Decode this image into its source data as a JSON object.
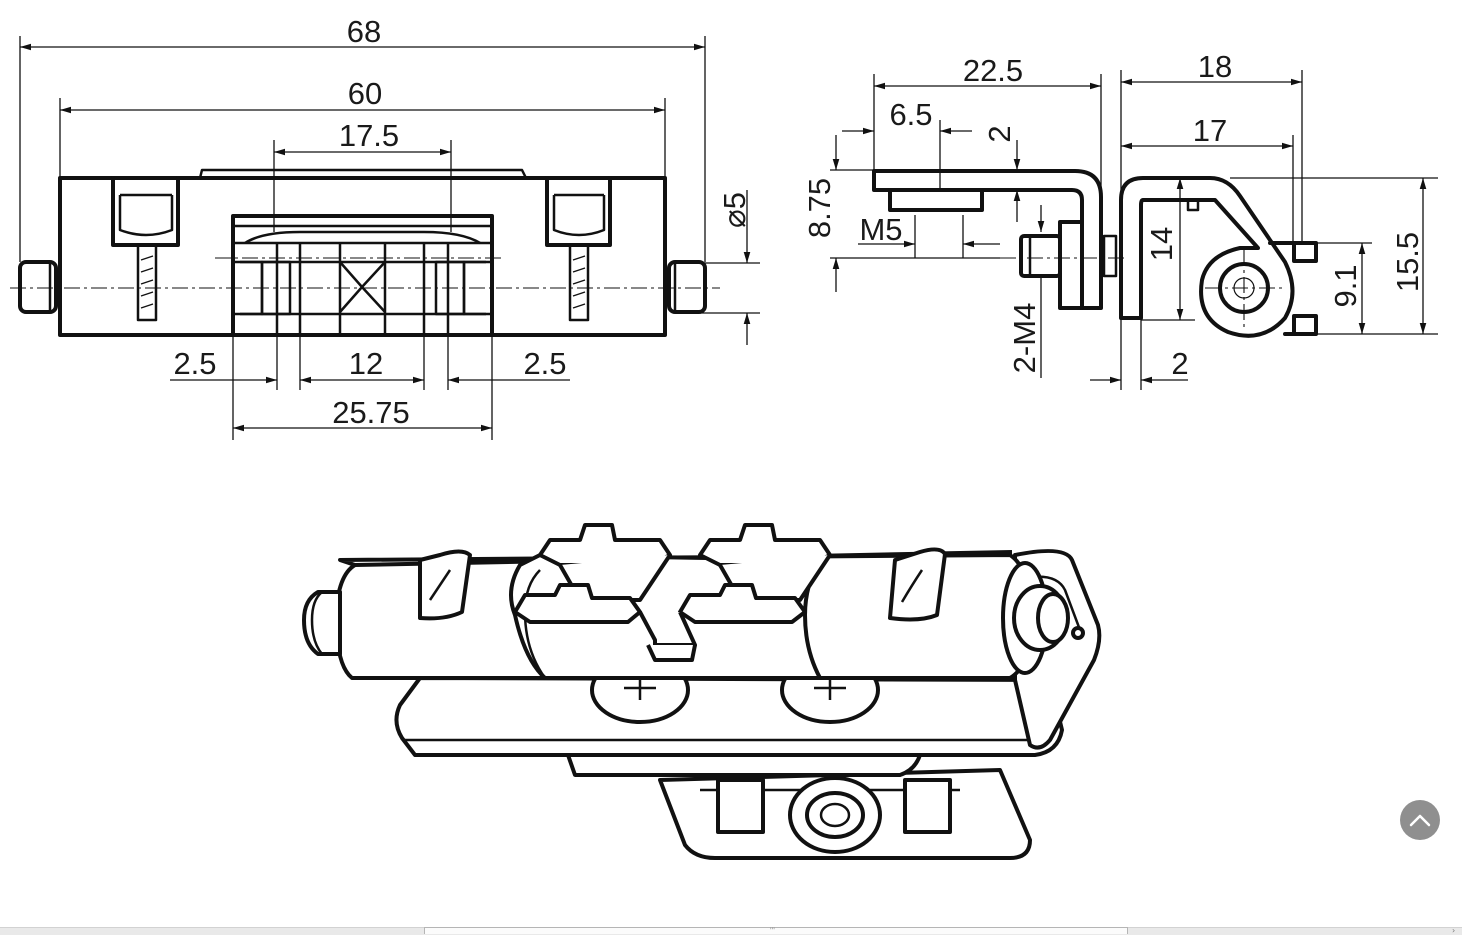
{
  "front_view": {
    "overall_length": "68",
    "body_length": "60",
    "middle_width": "17.5",
    "left_gap": "2.5",
    "center_width": "12",
    "right_gap": "2.5",
    "knuckle_width": "25.75",
    "pin_diameter": "⌀5"
  },
  "side_view": {
    "leaf_length": "22.5",
    "plate_offset": "6.5",
    "plate_thickness": "2",
    "thread_label": "M5",
    "leaf_height": "8.75",
    "screw_label": "2-M4",
    "barrel_depth": "18",
    "inner_depth": "17",
    "vertical_14": "14",
    "wall_thickness": "2",
    "axis_height": "9.1",
    "total_height": "15.5"
  },
  "ui": {
    "scroll_top_icon": "chevron-up-icon",
    "scroll_grip": "'''"
  }
}
